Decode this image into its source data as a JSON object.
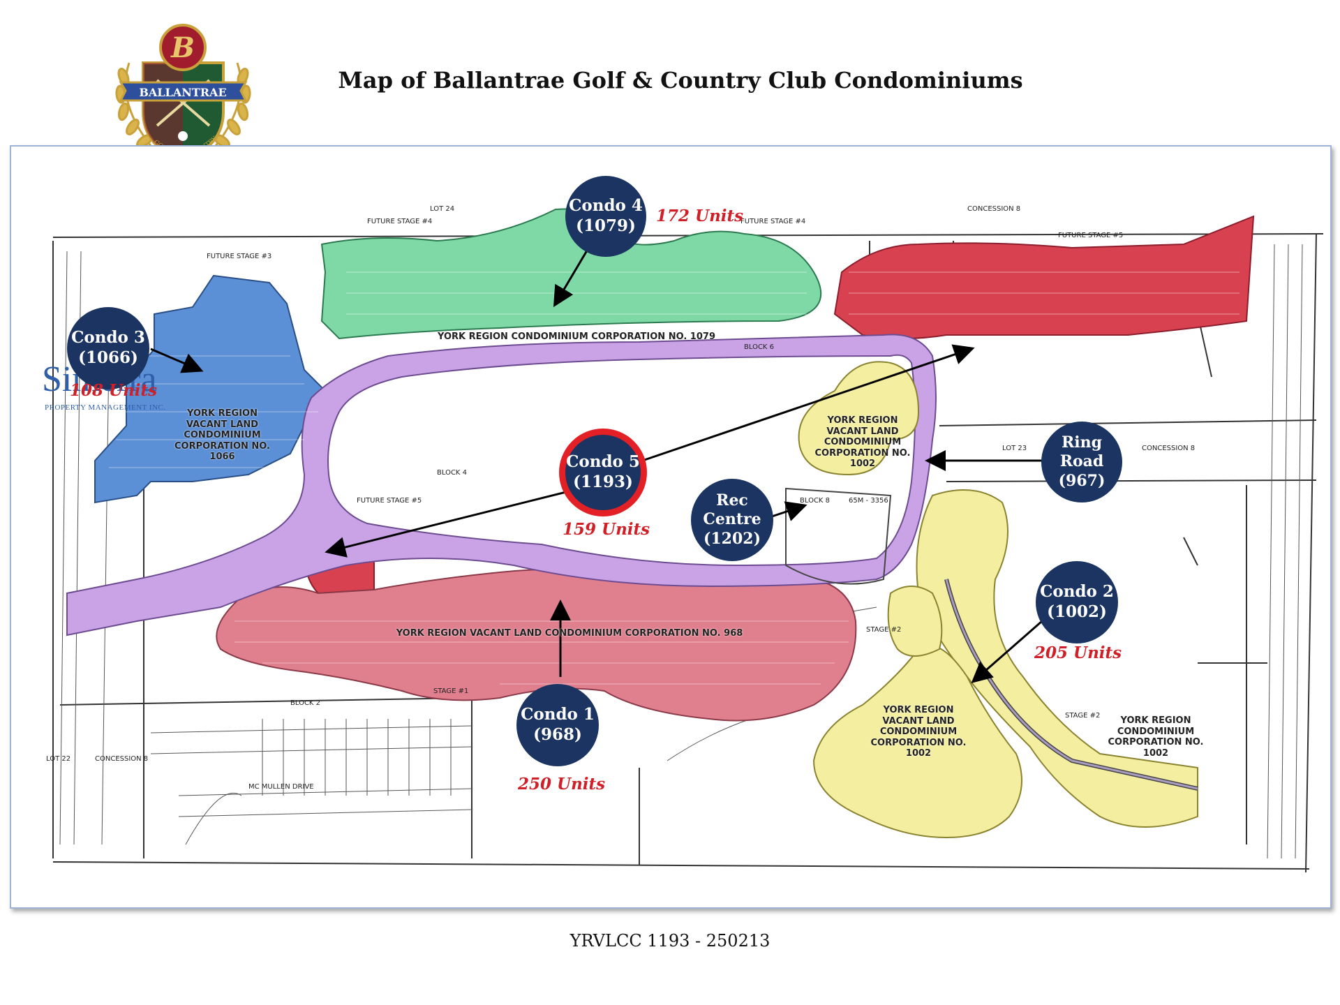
{
  "title": "Map of Ballantrae Golf & Country Club Condominiums",
  "footer": "YRVLCC 1193 - 250213",
  "logo": {
    "initial": "B",
    "banner": "BALLANTRAE",
    "arc_text": "GOLF AND COUNTRY CLUB"
  },
  "management_logo": {
    "name": "Simerra",
    "tagline": "PROPERTY MANAGEMENT INC."
  },
  "colors": {
    "callout_bg": "#1b3461",
    "units_text": "#d01f27",
    "condo_1": "#e07f8e",
    "condo_2": "#f4eea0",
    "condo_3": "#5b8fd6",
    "condo_4": "#7fd9a6",
    "condo_5": "#d8414f",
    "ring_road": "#c9a3e6",
    "highlight_ring": "#e32026"
  },
  "callouts": [
    {
      "id": "condo4",
      "line1": "Condo 4",
      "line2": "(1079)",
      "units": "172 Units"
    },
    {
      "id": "condo3",
      "line1": "Condo 3",
      "line2": "(1066)",
      "units": "108 Units"
    },
    {
      "id": "condo5",
      "line1": "Condo 5",
      "line2": "(1193)",
      "units": "159 Units"
    },
    {
      "id": "condo1",
      "line1": "Condo 1",
      "line2": "(968)",
      "units": "250 Units"
    },
    {
      "id": "condo2",
      "line1": "Condo 2",
      "line2": "(1002)",
      "units": "205 Units"
    },
    {
      "id": "rec",
      "line1": "Rec",
      "line2": "Centre",
      "line3": "(1202)"
    },
    {
      "id": "ring",
      "line1": "Ring",
      "line2": "Road",
      "line3": "(967)"
    }
  ],
  "zone_labels": {
    "c4": "YORK REGION CONDOMINIUM CORPORATION NO. 1079",
    "c3": "YORK REGION VACANT LAND CONDOMINIUM CORPORATION NO. 1066",
    "c1": "YORK REGION VACANT LAND CONDOMINIUM CORPORATION NO. 968",
    "c2a": "YORK REGION VACANT LAND CONDOMINIUM CORPORATION NO. 1002",
    "c2b": "YORK REGION VACANT LAND CONDOMINIUM CORPORATION NO. 1002",
    "c2c": "YORK REGION CONDOMINIUM CORPORATION NO. 1002"
  },
  "plan_labels": {
    "lot24": "LOT 24",
    "con8_top": "CONCESSION 8",
    "lot23": "LOT 23",
    "con8_right": "CONCESSION 8",
    "lot22": "LOT 22",
    "con8_bottom": "CONCESSION 8",
    "future3": "FUTURE STAGE #3",
    "future4a": "FUTURE STAGE #4",
    "future4b": "FUTURE STAGE #4",
    "future5a": "FUTURE STAGE #5",
    "future5b": "FUTURE STAGE #5",
    "stage1": "STAGE #1",
    "stage2a": "STAGE #2",
    "stage2b": "STAGE #2",
    "block4": "BLOCK 4",
    "block6": "BLOCK 6",
    "block2": "BLOCK 2",
    "block8": "BLOCK 8",
    "plan": "65M - 3356",
    "mcmullen": "MC MULLEN DRIVE"
  }
}
